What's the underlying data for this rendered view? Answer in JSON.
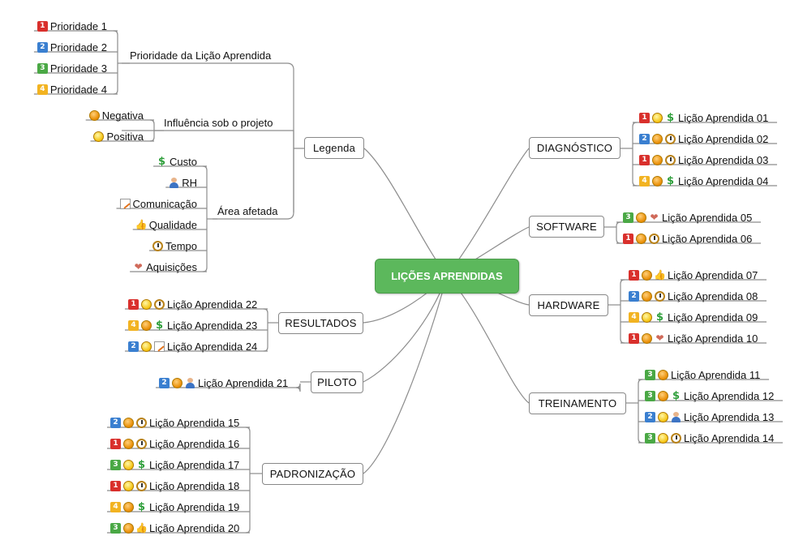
{
  "central": "LIÇÕES APRENDIDAS",
  "legend": {
    "title": "Legenda",
    "groups": {
      "priority": {
        "label": "Prioridade da Lição Aprendida",
        "items": [
          {
            "icon": "priority-1",
            "text": "Prioridade 1"
          },
          {
            "icon": "priority-2",
            "text": "Prioridade 2"
          },
          {
            "icon": "priority-3",
            "text": "Prioridade 3"
          },
          {
            "icon": "priority-4",
            "text": "Prioridade 4"
          }
        ]
      },
      "influence": {
        "label": "Influência sob o projeto",
        "items": [
          {
            "icon": "sad-face",
            "text": "Negativa"
          },
          {
            "icon": "happy-face",
            "text": "Positiva"
          }
        ]
      },
      "area": {
        "label": "Área afetada",
        "items": [
          {
            "icon": "dollar",
            "text": "Custo"
          },
          {
            "icon": "person",
            "text": "RH"
          },
          {
            "icon": "memo",
            "text": "Comunicação"
          },
          {
            "icon": "thumbs-up",
            "text": "Qualidade"
          },
          {
            "icon": "clock",
            "text": "Tempo"
          },
          {
            "icon": "handshake",
            "text": "Aquisições"
          }
        ]
      }
    }
  },
  "branches": {
    "resultados": {
      "title": "RESULTADOS",
      "items": [
        {
          "icons": [
            "priority-1",
            "happy-face",
            "clock"
          ],
          "text": "Lição Aprendida 22"
        },
        {
          "icons": [
            "priority-4",
            "sad-face",
            "dollar"
          ],
          "text": "Lição Aprendida 23"
        },
        {
          "icons": [
            "priority-2",
            "happy-face",
            "memo"
          ],
          "text": "Lição Aprendida 24"
        }
      ]
    },
    "piloto": {
      "title": "PILOTO",
      "items": [
        {
          "icons": [
            "priority-2",
            "sad-face",
            "person"
          ],
          "text": "Lição Aprendida 21"
        }
      ]
    },
    "padronizacao": {
      "title": "PADRONIZAÇÃO",
      "items": [
        {
          "icons": [
            "priority-2",
            "sad-face",
            "clock"
          ],
          "text": "Lição Aprendida 15"
        },
        {
          "icons": [
            "priority-1",
            "sad-face",
            "clock"
          ],
          "text": "Lição Aprendida 16"
        },
        {
          "icons": [
            "priority-3",
            "happy-face",
            "dollar"
          ],
          "text": "Lição Aprendida 17"
        },
        {
          "icons": [
            "priority-1",
            "happy-face",
            "clock"
          ],
          "text": "Lição Aprendida 18"
        },
        {
          "icons": [
            "priority-4",
            "sad-face",
            "dollar"
          ],
          "text": "Lição Aprendida 19"
        },
        {
          "icons": [
            "priority-3",
            "sad-face",
            "thumbs-up"
          ],
          "text": "Lição Aprendida 20"
        }
      ]
    },
    "diagnostico": {
      "title": "DIAGNÓSTICO",
      "items": [
        {
          "icons": [
            "priority-1",
            "happy-face",
            "dollar"
          ],
          "text": "Lição Aprendida 01"
        },
        {
          "icons": [
            "priority-2",
            "sad-face",
            "clock"
          ],
          "text": "Lição Aprendida 02"
        },
        {
          "icons": [
            "priority-1",
            "sad-face",
            "clock"
          ],
          "text": "Lição Aprendida 03"
        },
        {
          "icons": [
            "priority-4",
            "sad-face",
            "dollar"
          ],
          "text": "Lição Aprendida 04"
        }
      ]
    },
    "software": {
      "title": "SOFTWARE",
      "items": [
        {
          "icons": [
            "priority-3",
            "sad-face",
            "handshake"
          ],
          "text": "Lição Aprendida 05"
        },
        {
          "icons": [
            "priority-1",
            "sad-face",
            "clock"
          ],
          "text": "Lição Aprendida 06"
        }
      ]
    },
    "hardware": {
      "title": "HARDWARE",
      "items": [
        {
          "icons": [
            "priority-1",
            "sad-face",
            "thumbs-up"
          ],
          "text": "Lição Aprendida 07"
        },
        {
          "icons": [
            "priority-2",
            "sad-face",
            "clock"
          ],
          "text": "Lição Aprendida 08"
        },
        {
          "icons": [
            "priority-4",
            "happy-face",
            "dollar"
          ],
          "text": "Lição Aprendida 09"
        },
        {
          "icons": [
            "priority-1",
            "sad-face",
            "handshake"
          ],
          "text": "Lição Aprendida 10"
        }
      ]
    },
    "treinamento": {
      "title": "TREINAMENTO",
      "items": [
        {
          "icons": [
            "priority-3",
            "sad-face"
          ],
          "text": "Lição Aprendida 11"
        },
        {
          "icons": [
            "priority-3",
            "sad-face",
            "dollar"
          ],
          "text": "Lição Aprendida 12"
        },
        {
          "icons": [
            "priority-2",
            "happy-face",
            "person"
          ],
          "text": "Lição Aprendida 13"
        },
        {
          "icons": [
            "priority-3",
            "happy-face",
            "clock"
          ],
          "text": "Lição Aprendida 14"
        }
      ]
    }
  }
}
